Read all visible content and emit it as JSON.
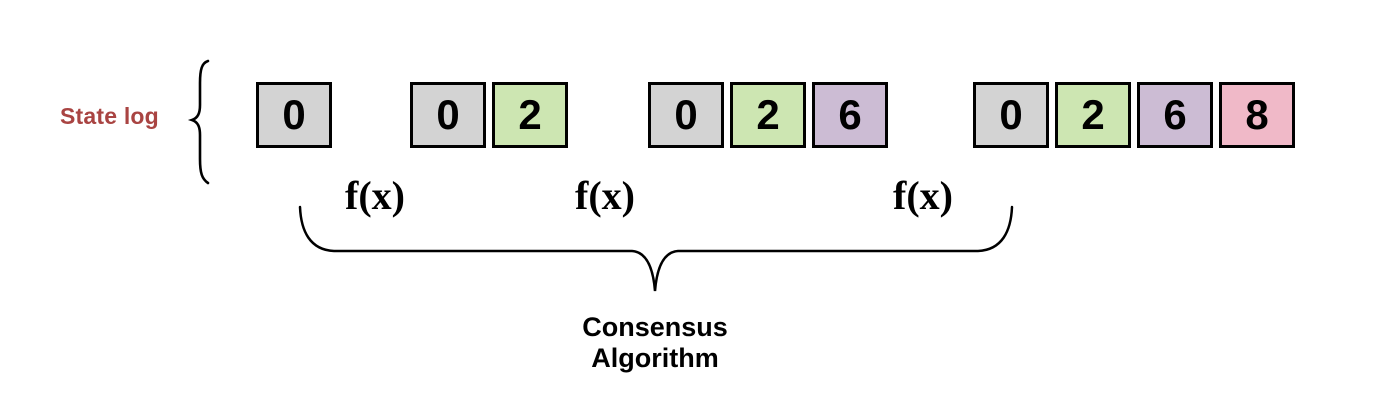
{
  "state_log": {
    "label": "State log",
    "groups": [
      {
        "boxes": [
          {
            "value": "0",
            "color": "#d3d3d3"
          }
        ]
      },
      {
        "boxes": [
          {
            "value": "0",
            "color": "#d3d3d3"
          },
          {
            "value": "2",
            "color": "#cde6b2"
          }
        ]
      },
      {
        "boxes": [
          {
            "value": "0",
            "color": "#d3d3d3"
          },
          {
            "value": "2",
            "color": "#cde6b2"
          },
          {
            "value": "6",
            "color": "#ccbcd4"
          }
        ]
      },
      {
        "boxes": [
          {
            "value": "0",
            "color": "#d3d3d3"
          },
          {
            "value": "2",
            "color": "#cde6b2"
          },
          {
            "value": "6",
            "color": "#ccbcd4"
          },
          {
            "value": "8",
            "color": "#f0b9c8"
          }
        ]
      }
    ]
  },
  "function_labels": [
    {
      "text": "f(x)"
    },
    {
      "text": "f(x)"
    },
    {
      "text": "f(x)"
    }
  ],
  "consensus": {
    "line1": "Consensus",
    "line2": "Algorithm"
  },
  "icons": {
    "state_log_brace": "curly-brace-left",
    "consensus_brace": "curly-brace-down"
  },
  "colors": {
    "background": "#ffffff",
    "box_border": "#000000",
    "box_gray": "#d3d3d3",
    "box_green": "#cde6b2",
    "box_purple": "#ccbcd4",
    "box_pink": "#f0b9c8",
    "state_log_label": "#a94442",
    "line": "#000000"
  }
}
